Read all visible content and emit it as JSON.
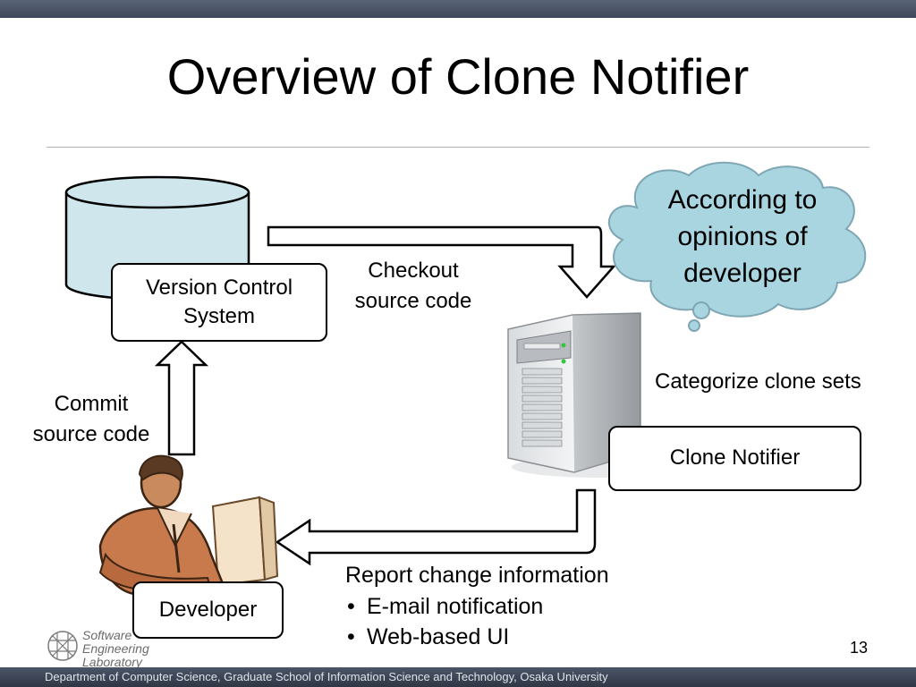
{
  "slide": {
    "title": "Overview of Clone Notifier",
    "page_number": "13",
    "footer": "Department of Computer Science, Graduate School of Information Science and Technology, Osaka University"
  },
  "logo": {
    "line1": "Software",
    "line2": "Engineering",
    "line3": "Laboratory"
  },
  "nodes": {
    "vcs": {
      "line1": "Version Control",
      "line2": "System"
    },
    "clone_notifier": "Clone Notifier",
    "developer": "Developer"
  },
  "edges": {
    "checkout": {
      "line1": "Checkout",
      "line2": "source code"
    },
    "commit": {
      "line1": "Commit",
      "line2": "source code"
    },
    "categorize": "Categorize clone sets",
    "report": {
      "heading": "Report change information",
      "items": [
        "E-mail notification",
        "Web-based UI"
      ]
    }
  },
  "cloud": {
    "line1": "According to",
    "line2": "opinions of",
    "line3": "developer"
  },
  "colors": {
    "cylinder_fill": "#cfe7ec",
    "cloud_fill": "#a8d5df",
    "cloud_stroke": "#7fa6b4",
    "header_band": "#4a5366"
  },
  "icons": [
    "database-cylinder-icon",
    "server-tower-icon",
    "developer-person-icon",
    "thought-cloud-icon",
    "software-lab-logo-icon"
  ]
}
